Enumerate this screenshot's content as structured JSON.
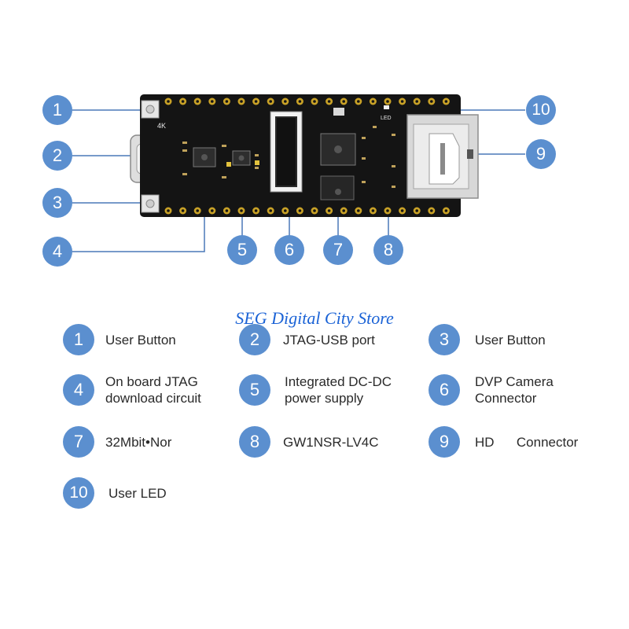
{
  "board": {
    "silkscreen_4k": "4K",
    "silkscreen_led": "LED"
  },
  "callouts": [
    "1",
    "2",
    "3",
    "4",
    "5",
    "6",
    "7",
    "8",
    "9",
    "10"
  ],
  "store_name": "SEG Digital City Store",
  "legend": [
    {
      "num": "1",
      "text": "User Button"
    },
    {
      "num": "2",
      "text": "JTAG-USB port"
    },
    {
      "num": "3",
      "text": "User Button"
    },
    {
      "num": "4",
      "text": "On board JTAG\ndownload circuit"
    },
    {
      "num": "5",
      "text": "Integrated DC-DC\npower supply"
    },
    {
      "num": "6",
      "text": "DVP Camera\nConnector"
    },
    {
      "num": "7",
      "text": "32Mbit•Nor"
    },
    {
      "num": "8",
      "text": "GW1NSR-LV4C"
    },
    {
      "num": "9",
      "text": "HD      Connector"
    },
    {
      "num": "10",
      "text": "User LED"
    }
  ],
  "colors": {
    "callout_circle": "#5b8fcf",
    "pcb": "#141414",
    "pad_gold": "#c9a227",
    "store_text": "#1b63d6"
  }
}
